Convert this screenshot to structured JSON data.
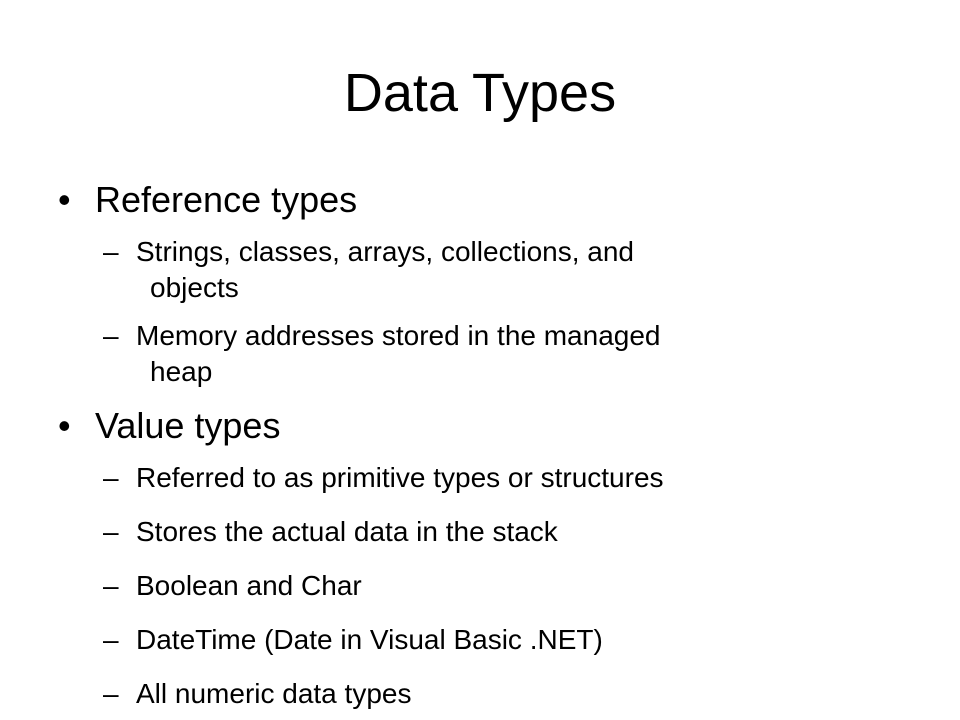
{
  "slide": {
    "title": "Data Types",
    "sections": [
      {
        "heading": "Reference types",
        "items": [
          {
            "line1": "Strings, classes, arrays, collections, and",
            "line2": "objects"
          },
          {
            "line1": "Memory addresses stored in the managed",
            "line2": "heap"
          }
        ]
      },
      {
        "heading": "Value types",
        "items": [
          {
            "line1": "Referred to as primitive types or structures"
          },
          {
            "line1": "Stores the actual data in the stack"
          },
          {
            "line1": "Boolean and Char"
          },
          {
            "line1": "DateTime (Date in Visual Basic .NET)"
          },
          {
            "line1": "All numeric data types"
          }
        ]
      }
    ],
    "bullet_glyph": "•",
    "dash_glyph": "–"
  }
}
